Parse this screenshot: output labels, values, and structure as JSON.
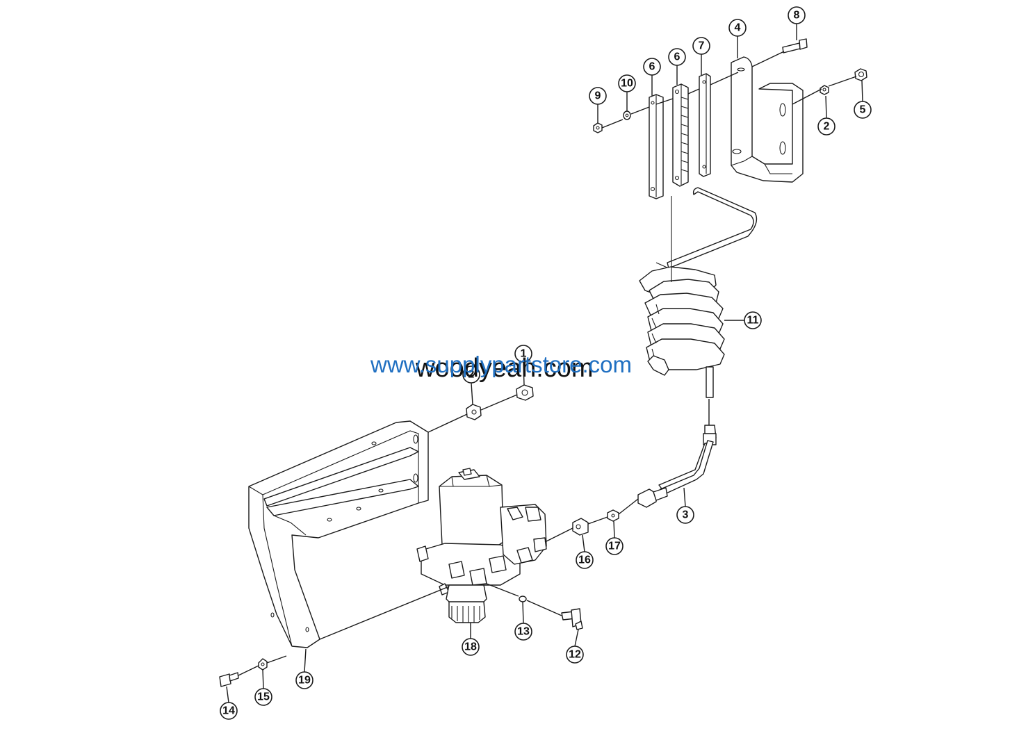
{
  "watermarks": {
    "primary": "www.supplypartstore.com",
    "secondary": "woodyeah.com"
  },
  "callouts": [
    "1",
    "2",
    "2",
    "3",
    "4",
    "5",
    "6",
    "6",
    "7",
    "8",
    "9",
    "10",
    "11",
    "12",
    "13",
    "14",
    "15",
    "16",
    "17",
    "18",
    "19"
  ],
  "colors": {
    "line": "#1a1a1a",
    "watermark_blue": "#1f6fc1",
    "background": "#ffffff"
  }
}
